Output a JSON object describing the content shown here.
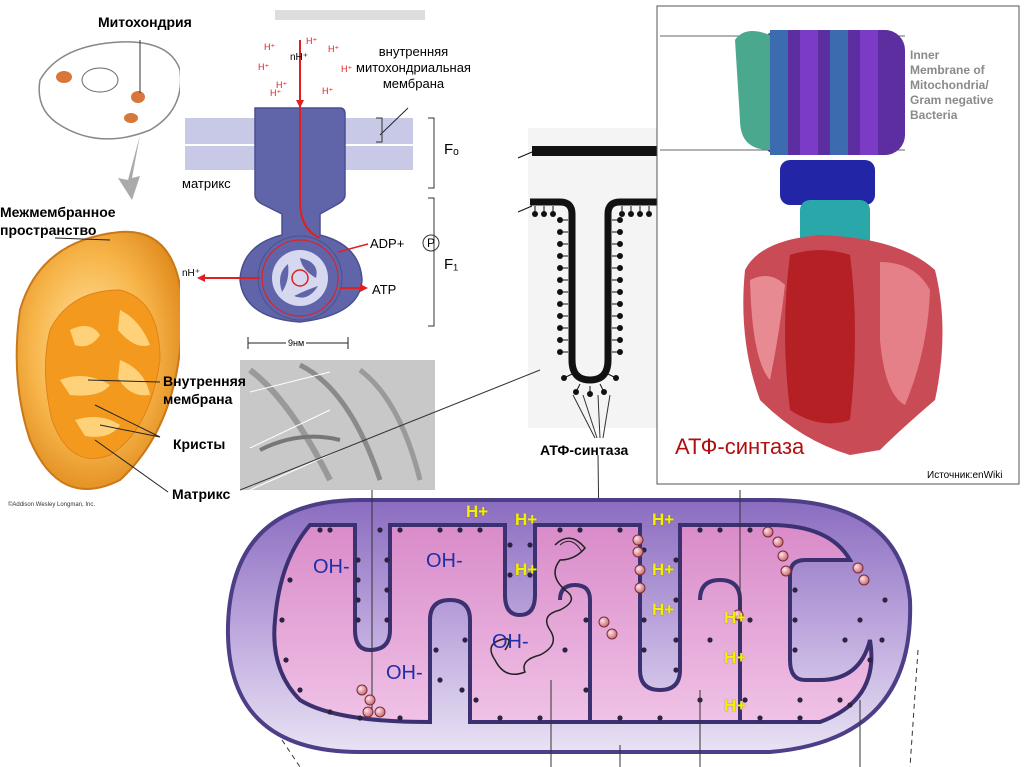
{
  "left_panel": {
    "mitochondria_label": "Митохондрия",
    "intermembrane_label": "Межмембранное\nпространство",
    "inner_membrane_label": "Внутренняя\nмембрана",
    "cristae_label": "Кристы",
    "matrix_label": "Матрикс",
    "copyright": "©Addison Wesley Longman, Inc."
  },
  "schematic": {
    "h_top": [
      "H⁺",
      "H⁺",
      "H⁺",
      "H⁺",
      "H⁺",
      "H⁺",
      "H⁺",
      "H⁺"
    ],
    "nh_top": "nH⁺",
    "inner_membrane_text": "внутренняя\nмитохондриальная\nмембрана",
    "matrix_text": "матрикс",
    "fo_label": "Fₒ",
    "f1_label": "F₁",
    "adp_label": "ADP+",
    "p_label": "P",
    "atp_label": "ATP",
    "nh_out": "nH⁺",
    "scale_label": "9нм"
  },
  "cristae_diagram": {
    "atp_synthase_label": "АТФ-синтаза"
  },
  "protein_panel": {
    "membrane_label": "Inner\nMembrane of\nMitochondria/\nGram negative\nBacteria",
    "title": "АТФ-синтаза",
    "source": "Источник:enWiki"
  },
  "bottom_mito": {
    "oh_labels": [
      "OH-",
      "OH-",
      "OH-",
      "OH-"
    ],
    "h_labels": [
      "H+",
      "H+",
      "H+",
      "H+",
      "H+",
      "H+",
      "H+",
      "H+",
      "H+"
    ],
    "colors": {
      "outer": "#6b4f9e",
      "intermembrane": "#a58bc9",
      "matrix": "#e4a6d6",
      "hplus": "#f2f200",
      "oh": "#1e2fa8"
    }
  }
}
